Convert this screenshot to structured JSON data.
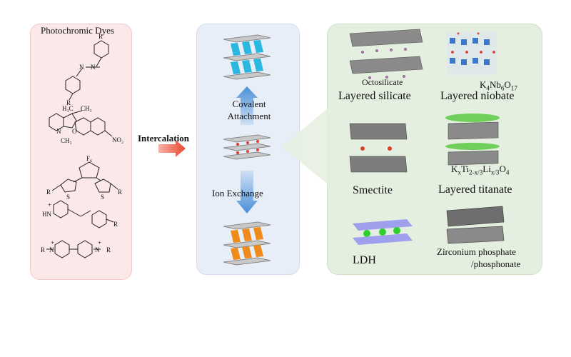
{
  "dyes": {
    "title": "Photochromic Dyes",
    "structure_labels": [
      "R",
      "N",
      "N",
      "R",
      "H₃C",
      "CH₃",
      "N",
      "CH₃",
      "O",
      "NO₂",
      "F₆",
      "R",
      "S",
      "S",
      "R",
      "HN",
      "+",
      "R",
      "R",
      "N",
      "+",
      "N",
      "+",
      "R"
    ]
  },
  "arrow_label": "Intercalation",
  "process": {
    "covalent_line1": "Covalent",
    "covalent_line2": "Attachment",
    "ion_exchange": "Ion Exchange"
  },
  "hosts": {
    "octosilicate": "Octosilicate",
    "layered_silicate": "Layered silicate",
    "niobate_formula": "K4Nb6O17",
    "layered_niobate": "Layered niobate",
    "smectite": "Smectite",
    "titanate_formula": "KxTi2-x/3Lix/3O4",
    "layered_titanate": "Layered titanate",
    "ldh": "LDH",
    "zirconium_line1": "Zirconium phosphate",
    "zirconium_line2": "/phosphonate"
  },
  "colors": {
    "dye_panel": "#fbe9e9",
    "process_panel": "#e8eef8",
    "host_panel": "#e5efe0",
    "intercalation_arrow": "#e8472e",
    "process_arrow": "#4a8fd8",
    "covalent_dye": "#2bb8e0",
    "ion_dye": "#f08a1c"
  }
}
